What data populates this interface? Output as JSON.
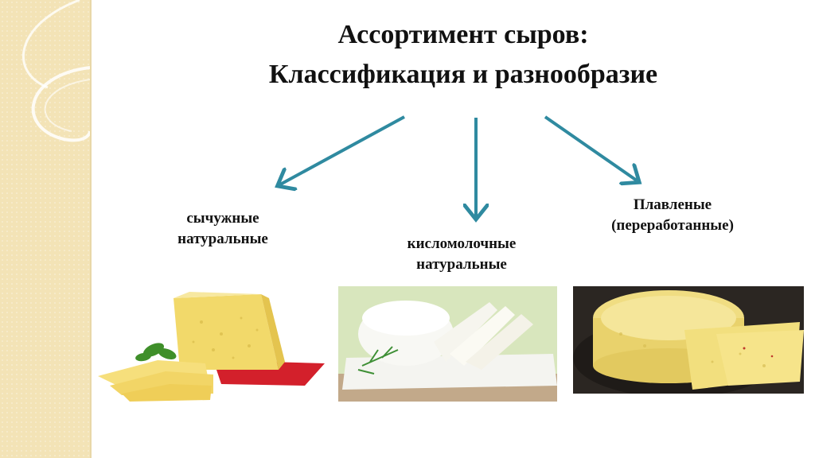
{
  "slide": {
    "title_line1": "Ассортимент сыров:",
    "title_line2": "Классификация и разнообразие"
  },
  "categories": [
    {
      "line1": "сычужные",
      "line2": "натуральные"
    },
    {
      "line1": "кисломолочные",
      "line2": "натуральные"
    },
    {
      "line1": "Плавленые",
      "line2": "(переработанные)"
    }
  ],
  "colors": {
    "arrow": "#2f8aa0",
    "side_band": "#f3e3b6",
    "title": "#111111"
  }
}
